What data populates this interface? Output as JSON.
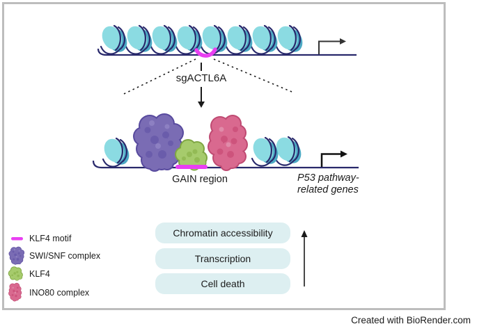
{
  "panel": {
    "perturbation_label": "sgACTL6A",
    "gain_region_label": "GAIN region",
    "target_genes_label": "P53 pathway-\nrelated genes"
  },
  "legend": {
    "items": [
      {
        "label": "KLF4 motif",
        "swatch": "magenta-line-swatch",
        "color": "#e93ff2"
      },
      {
        "label": "SWI/SNF complex",
        "swatch": "purple-blob-swatch",
        "color": "#7a6cb4"
      },
      {
        "label": "KLF4",
        "swatch": "green-blob-swatch",
        "color": "#a6cb6c"
      },
      {
        "label": "INO80 complex",
        "swatch": "pink-blob-swatch",
        "color": "#d9698f"
      }
    ]
  },
  "outcomes": {
    "items": [
      {
        "label": "Chromatin accessibility"
      },
      {
        "label": "Transcription"
      },
      {
        "label": "Cell death"
      }
    ],
    "trend": "increase"
  },
  "footer": {
    "credit": "Created with BioRender.com"
  },
  "colors": {
    "nucleosome_face": "#8bdbe2",
    "nucleosome_side": "#4da9c4",
    "dna": "#28286b",
    "klf4_motif": "#e93ff2",
    "swi_snf_fill": "#7a6cb4",
    "swi_snf_edge": "#584a9e",
    "klf4_fill": "#a6cb6c",
    "klf4_edge": "#7fa643",
    "ino80_fill": "#d9698f",
    "ino80_edge": "#bf4a72",
    "outcome_box_bg": "#ddeff1",
    "frame_border": "#bdbdbd"
  }
}
